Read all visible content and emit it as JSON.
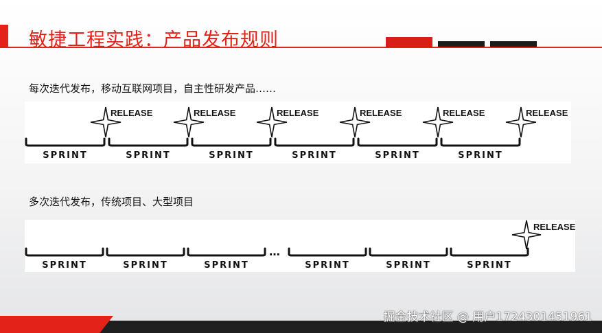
{
  "slide": {
    "title": "敏捷工程实践：产品发布规则",
    "accent_color": "#e32219"
  },
  "section1": {
    "caption": "每次迭代发布，移动互联网项目，自主性研发产品……",
    "sprint_label": "SPRINT",
    "release_label": "RELEASE",
    "sprint_count": 6,
    "release_count": 6
  },
  "section2": {
    "caption": "多次迭代发布，传统项目、大型项目",
    "sprint_label": "SPRINT",
    "release_label": "RELEASE",
    "ellipsis": "…",
    "sprint_count": 6,
    "release_count": 1
  },
  "footer": {
    "watermark": "掘金技术社区 @ 用户1724301451961"
  }
}
